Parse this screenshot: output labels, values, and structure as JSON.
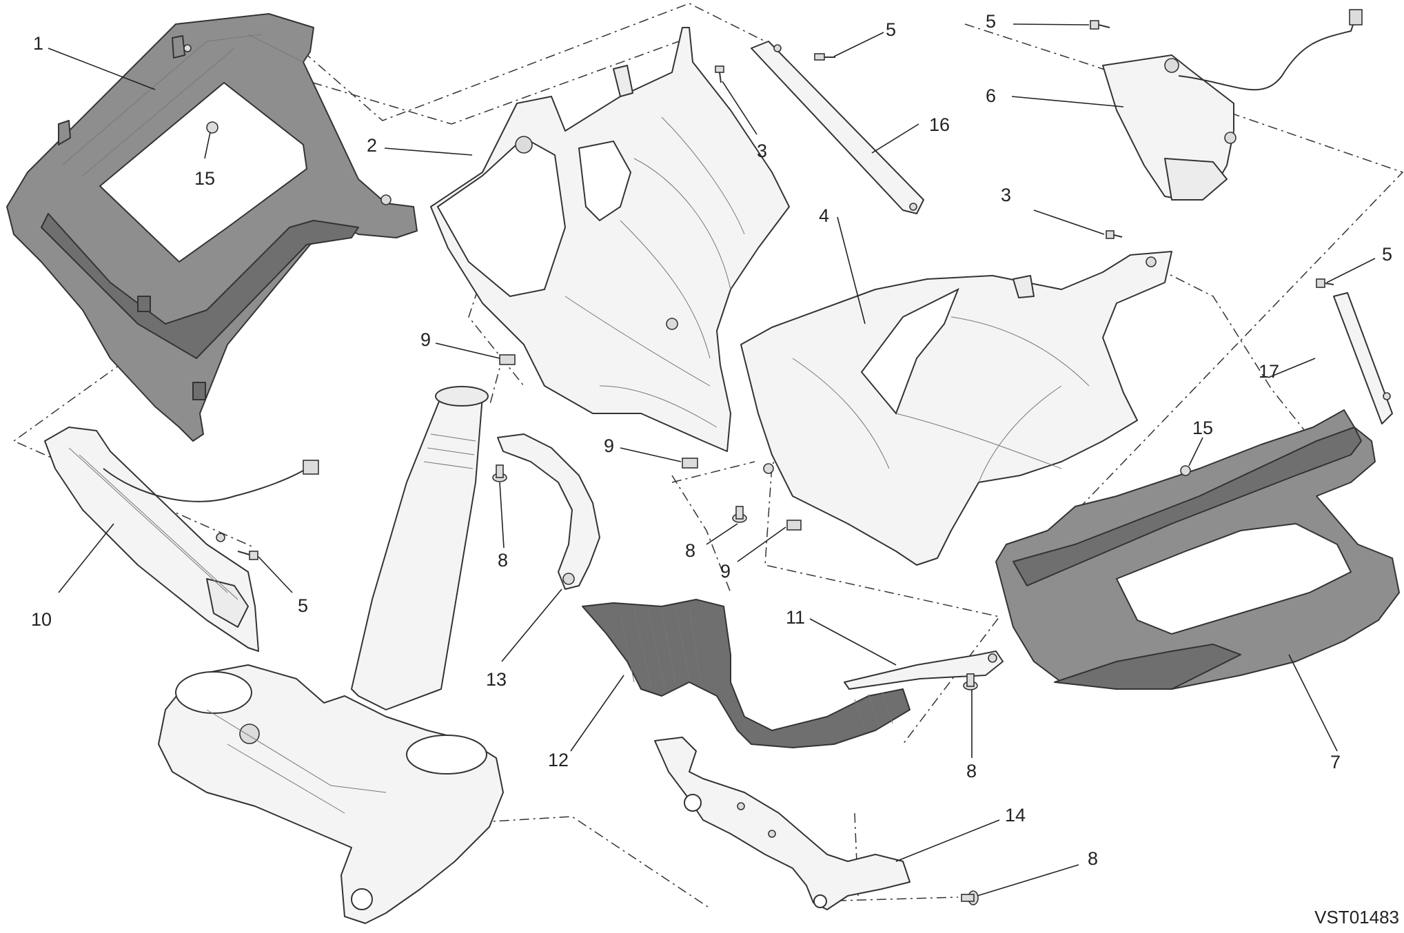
{
  "drawing_code": "VST01483",
  "callouts": [
    "1",
    "2",
    "3",
    "3",
    "4",
    "5",
    "5",
    "5",
    "5",
    "6",
    "7",
    "8",
    "8",
    "8",
    "8",
    "9",
    "9",
    "9",
    "10",
    "11",
    "12",
    "13",
    "14",
    "15",
    "15",
    "16",
    "17"
  ]
}
